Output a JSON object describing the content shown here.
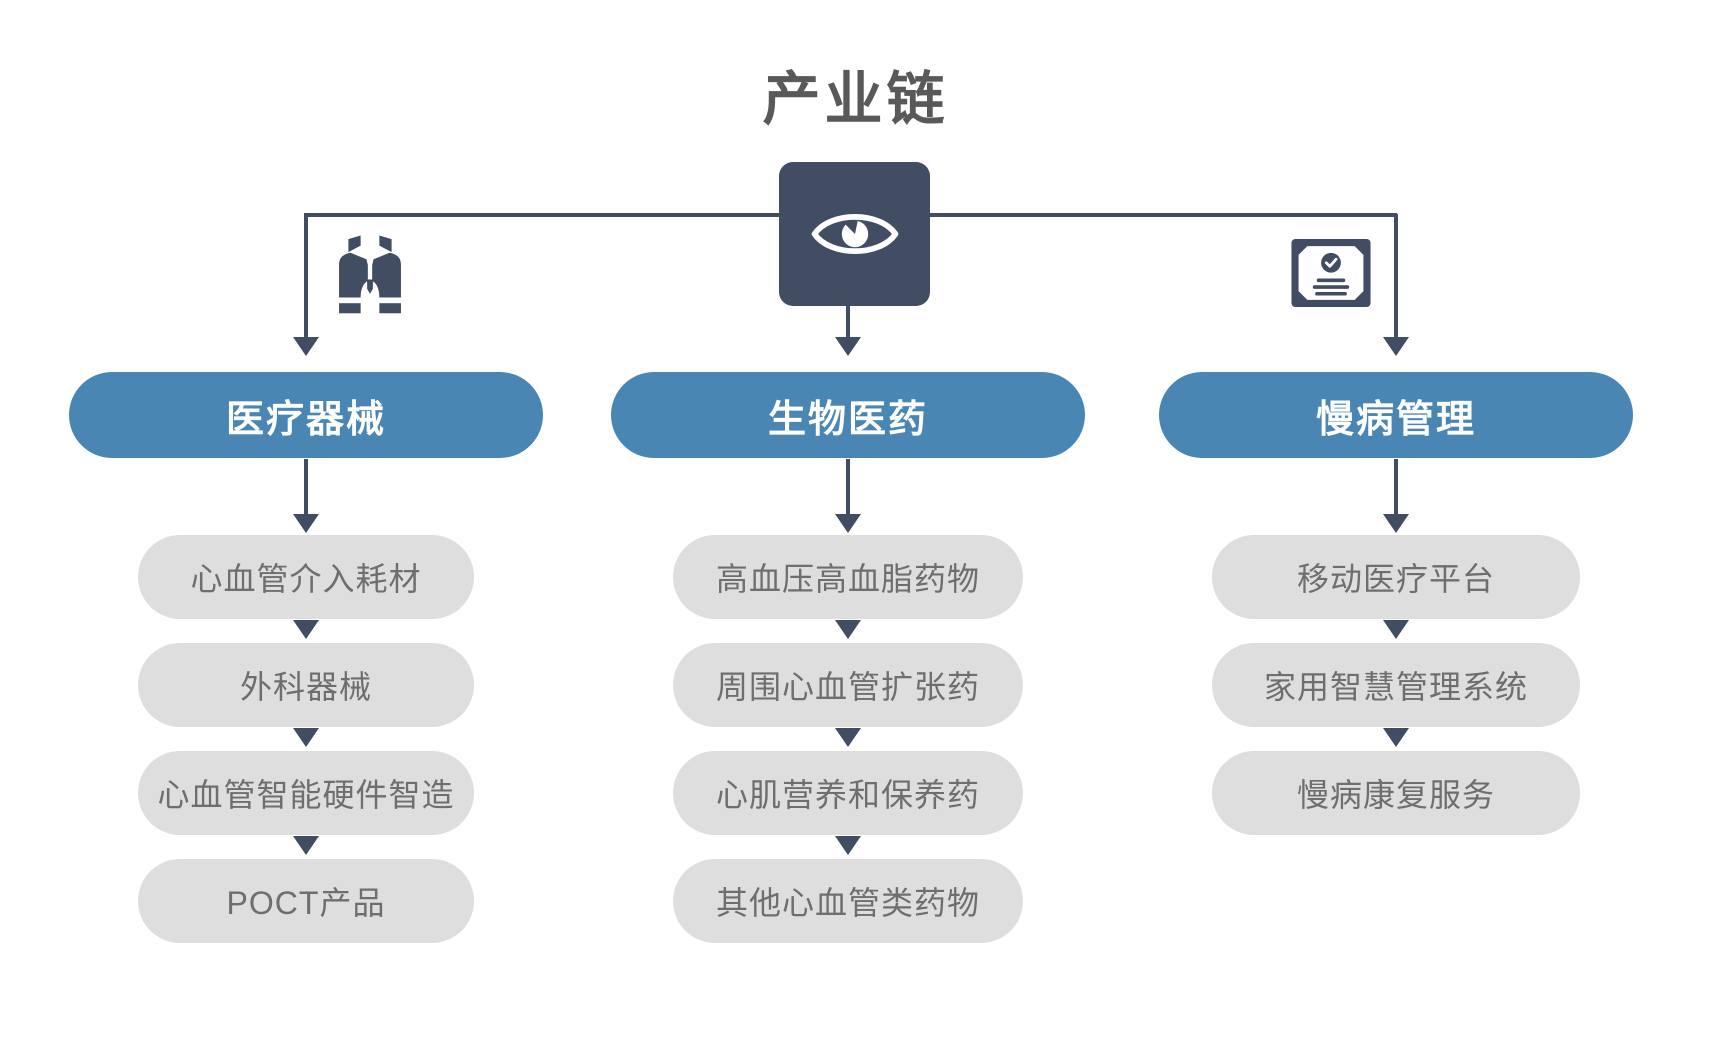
{
  "title": "产业链",
  "colors": {
    "dark": "#404D63",
    "blue": "#4A86B4",
    "pill_gray": "#DEDEDE",
    "pill_text": "#6E6E6E",
    "title_text": "#595959",
    "background": "#FFFFFF"
  },
  "root": {
    "icon": "eye-icon"
  },
  "side_icons": {
    "left": "binoculars-icon",
    "right": "certificate-icon"
  },
  "branches": [
    {
      "label": "医疗器械",
      "items": [
        "心血管介入耗材",
        "外科器械",
        "心血管智能硬件智造",
        "POCT产品"
      ]
    },
    {
      "label": "生物医药",
      "items": [
        "高血压高血脂药物",
        "周围心血管扩张药",
        "心肌营养和保养药",
        "其他心血管类药物"
      ]
    },
    {
      "label": "慢病管理",
      "items": [
        "移动医疗平台",
        "家用智慧管理系统",
        "慢病康复服务"
      ]
    }
  ]
}
